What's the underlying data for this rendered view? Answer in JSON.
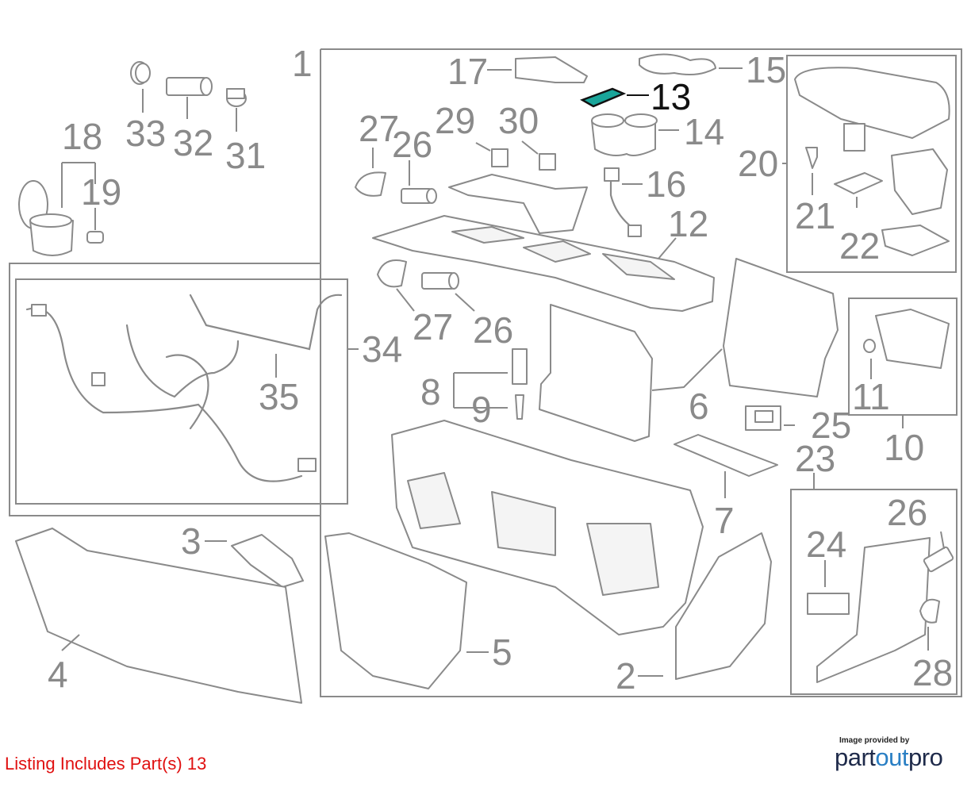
{
  "diagram": {
    "callouts": {
      "c1": "1",
      "c2": "2",
      "c3": "3",
      "c4": "4",
      "c5": "5",
      "c6": "6",
      "c7": "7",
      "c8": "8",
      "c9": "9",
      "c10": "10",
      "c11": "11",
      "c12": "12",
      "c13": "13",
      "c14": "14",
      "c15": "15",
      "c16": "16",
      "c17": "17",
      "c18": "18",
      "c19": "19",
      "c20": "20",
      "c21": "21",
      "c22": "22",
      "c23": "23",
      "c24": "24",
      "c25": "25",
      "c26a": "26",
      "c26b": "26",
      "c26c": "26",
      "c27a": "27",
      "c27b": "27",
      "c28": "28",
      "c29": "29",
      "c30": "30",
      "c31": "31",
      "c32": "32",
      "c33": "33",
      "c34": "34",
      "c35": "35"
    },
    "highlighted_part": "13",
    "highlight_color": "#1aa59a"
  },
  "footer": {
    "listing_text": "Listing Includes Part(s) 13",
    "listing_color": "#e01010",
    "logo_caption": "Image provided by",
    "logo_brand_a": "part",
    "logo_brand_b": "out",
    "logo_brand_c": "pro"
  }
}
